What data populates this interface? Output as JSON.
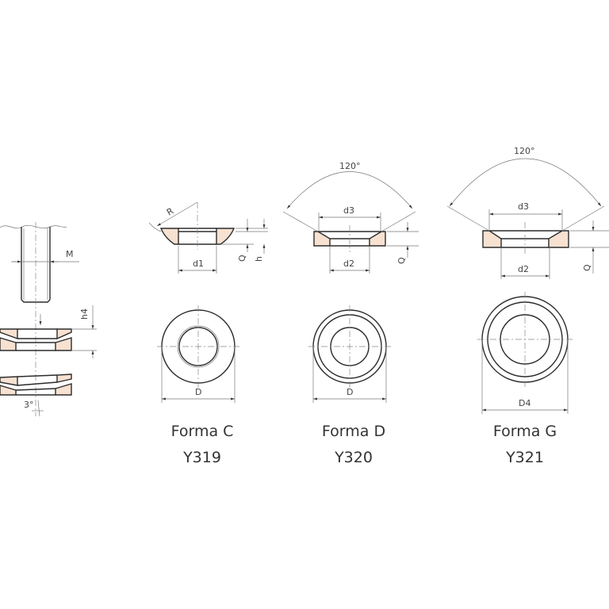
{
  "colors": {
    "fill": "#f7e1d1",
    "line": "#2b2b2b"
  },
  "dimensions": {
    "bolt": {
      "m": "M",
      "h4": "h4",
      "tilt": "3°"
    },
    "forma_c": {
      "r": "R",
      "d1": "d1",
      "q": "Q",
      "h": "h",
      "d": "D"
    },
    "forma_d": {
      "angle": "120°",
      "d3": "d3",
      "d2": "d2",
      "q": "Q",
      "d": "D"
    },
    "forma_g": {
      "angle": "120°",
      "d3": "d3",
      "d2": "d2",
      "q": "Q",
      "d4": "D4"
    }
  },
  "captions": [
    {
      "forma": "Forma C",
      "code": "Y319"
    },
    {
      "forma": "Forma D",
      "code": "Y320"
    },
    {
      "forma": "Forma G",
      "code": "Y321"
    }
  ]
}
